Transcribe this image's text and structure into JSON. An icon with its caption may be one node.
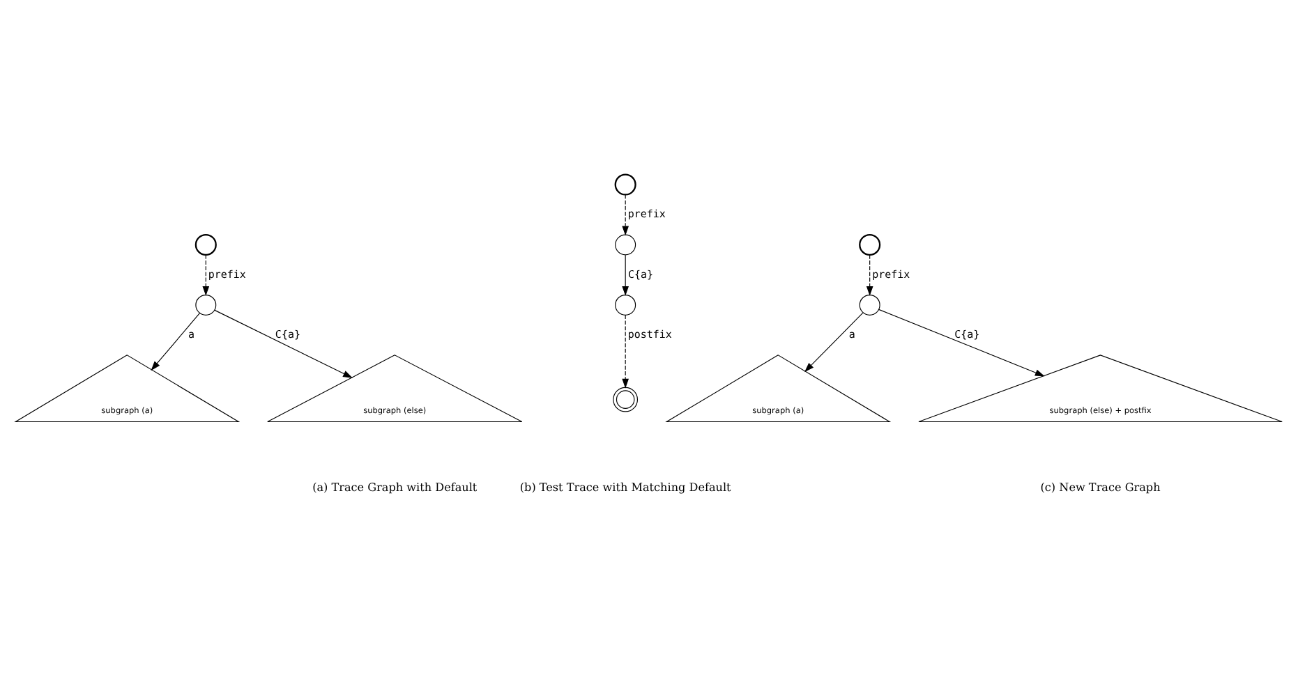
{
  "diagram": {
    "nodes": [
      {
        "text": [],
        "shape": "circle"
      },
      {
        "text": [],
        "shape": "circle"
      },
      {
        "text": [
          "subgraph (a)"
        ]
      },
      {
        "text": [
          "subgraph (else)"
        ]
      },
      {
        "text": [],
        "shape": "circle"
      },
      {
        "text": [],
        "shape": "circle"
      },
      {
        "text": [],
        "shape": "circle"
      },
      {
        "text": [],
        "shape": "doublecircle"
      },
      {
        "text": [],
        "shape": "circle"
      },
      {
        "text": [],
        "shape": "circle"
      },
      {
        "text": [
          "subgraph (a)"
        ]
      },
      {
        "text": [
          "subgraph (else) + postfix"
        ]
      }
    ],
    "edges": [
      {
        "from": 0,
        "to": 1,
        "arrow": "to",
        "label": "prefix",
        "style": "dashed"
      },
      {
        "from": 1,
        "to": 2,
        "arrow": "to",
        "label": "a"
      },
      {
        "from": 1,
        "to": 3,
        "arrow": "to",
        "label": "C{a}"
      },
      {
        "from": 4,
        "to": 5,
        "arrow": "to",
        "label": "prefix",
        "style": "dashed"
      },
      {
        "from": 5,
        "to": 6,
        "arrow": "to",
        "label": "C{a}"
      },
      {
        "from": 6,
        "to": 7,
        "arrow": "to",
        "label": "postfix",
        "style": "dashed"
      },
      {
        "from": 8,
        "to": 9,
        "arrow": "to",
        "label": "prefix",
        "style": "dashed"
      },
      {
        "from": 9,
        "to": 10,
        "arrow": "to",
        "label": "a"
      },
      {
        "from": 9,
        "to": 11,
        "arrow": "to",
        "label": "C{a}"
      }
    ],
    "labels": [
      "(a) Trace Graph with Default",
      "(b) Test Trace with Matching Default",
      "(c) New Trace Graph"
    ]
  }
}
